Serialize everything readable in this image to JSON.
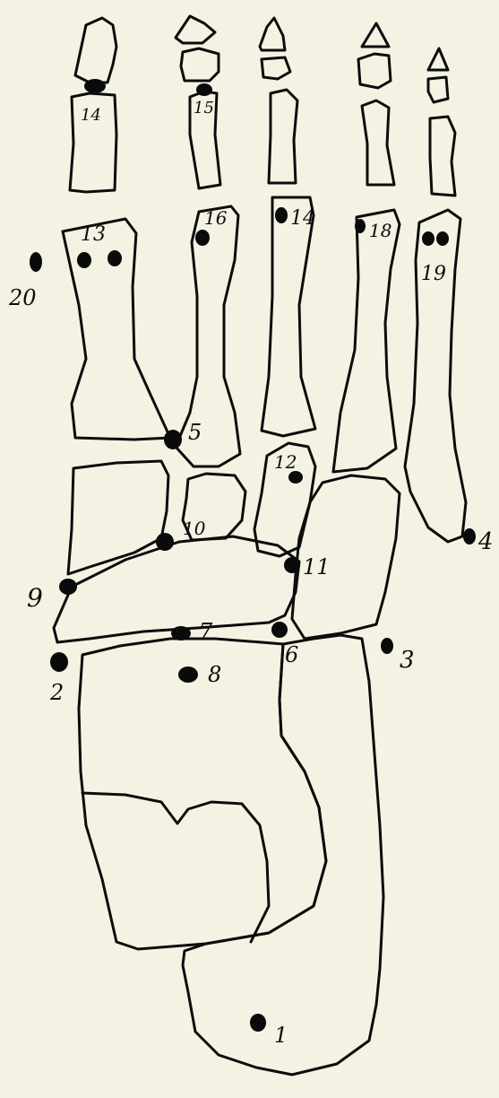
{
  "diagram": {
    "background": "#f4f2e3",
    "ink": "#0c0c0c",
    "point_labels": {
      "p1": "1",
      "p2": "2",
      "p3": "3",
      "p4": "4",
      "p5": "5",
      "p6": "6",
      "p7": "7",
      "p8": "8",
      "p9": "9",
      "p10": "10",
      "p11": "11",
      "p12": "12",
      "p13": "13",
      "p14a": "14",
      "p14b": "14",
      "p15": "15",
      "p16": "16",
      "p18": "18",
      "p19": "19",
      "p20": "20"
    }
  }
}
